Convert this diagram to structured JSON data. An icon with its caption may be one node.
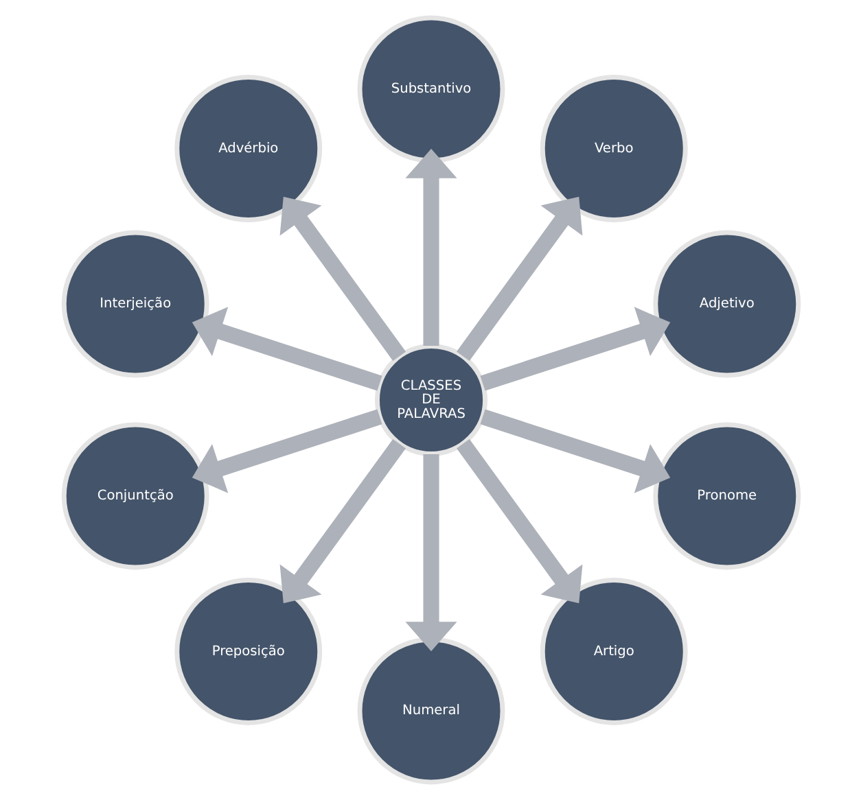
{
  "diagram": {
    "nodes": [
      {
        "text": [
          "CLASSES DE PALAVRAS"
        ]
      },
      {
        "text": [
          "Substantivo"
        ]
      },
      {
        "text": [
          "Verbo"
        ]
      },
      {
        "text": [
          "Adjetivo"
        ]
      },
      {
        "text": [
          "Pronome"
        ]
      },
      {
        "text": [
          "Artigo"
        ]
      },
      {
        "text": [
          "Numeral"
        ]
      },
      {
        "text": [
          "Preposição"
        ]
      },
      {
        "text": [
          "Conjuntção"
        ]
      },
      {
        "text": [
          "Interjeição"
        ]
      },
      {
        "text": [
          "Advérbio"
        ]
      }
    ],
    "edges": [
      {
        "from": 0,
        "to": 1,
        "arrow": "to"
      },
      {
        "from": 0,
        "to": 2,
        "arrow": "to"
      },
      {
        "from": 0,
        "to": 3,
        "arrow": "to"
      },
      {
        "from": 0,
        "to": 4,
        "arrow": "to"
      },
      {
        "from": 0,
        "to": 5,
        "arrow": "to"
      },
      {
        "from": 0,
        "to": 6,
        "arrow": "to"
      },
      {
        "from": 0,
        "to": 7,
        "arrow": "to"
      },
      {
        "from": 0,
        "to": 8,
        "arrow": "to"
      },
      {
        "from": 0,
        "to": 9,
        "arrow": "to"
      },
      {
        "from": 0,
        "to": 10,
        "arrow": "to"
      }
    ]
  }
}
